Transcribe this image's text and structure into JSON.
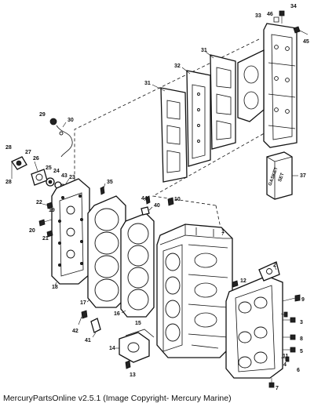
{
  "footer": {
    "copyright": "MercuryPartsOnline v2.5.1 (Image Copyright- Mercury Marine)"
  },
  "gasket_set": {
    "line1": "GASKET",
    "line2": "SET"
  },
  "callouts": [
    "1",
    "2",
    "3",
    "4",
    "5",
    "6",
    "7",
    "8",
    "9",
    "10",
    "11",
    "12",
    "13",
    "14",
    "15",
    "16",
    "17",
    "18",
    "19",
    "20",
    "21",
    "22",
    "23",
    "24",
    "25",
    "26",
    "27",
    "28",
    "29",
    "30",
    "31",
    "32",
    "33",
    "34",
    "35",
    "37",
    "40",
    "41",
    "42",
    "43",
    "44",
    "45",
    "46"
  ]
}
